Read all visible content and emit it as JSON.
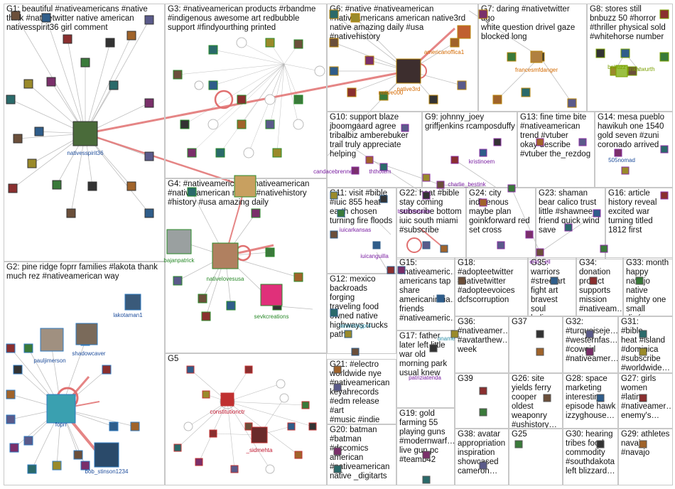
{
  "graph": {
    "colors": {
      "edge": "#b4b4b4",
      "edge_strong": "#e07070",
      "border": "#c8c8c8",
      "label_blue": "#1f4e9c",
      "label_green": "#2a8a2a",
      "label_orange": "#d46a00",
      "label_purple": "#7a1fa2",
      "label_red": "#c0142c",
      "label_teal": "#2f8fa8",
      "label_olive": "#7aa000"
    },
    "groups": [
      {
        "id": "g1",
        "title": "G1: beautiful #nativeamericans #native\nthink #nativetwitter native american\nnativesspirit36 girl comment"
      },
      {
        "id": "g3",
        "title": "G3: #nativeamerican products #rbandme\n#indigenous awesome art redbubble\nsupport #findyourthing printed"
      },
      {
        "id": "g6",
        "title": "G6: #native #nativeamerican\n#nativeamericans american native3rd\nnative amazing daily #usa\n#nativehistory"
      },
      {
        "id": "g7",
        "title": "G7: daring #nativetwitter ago\nwhite question drivel gaze\nblocked long"
      },
      {
        "id": "g8",
        "title": "G8: stores still\nbnbuzz 50 #horror\n#thriller physical sold\n#whitehorse number"
      },
      {
        "id": "g10",
        "title": "G10: support blaze\njboomgaard agree\ntribalbiz amberebuker\ntrail truly appreciate\nhelping"
      },
      {
        "id": "g9",
        "title": "G9: johnny_joey\ngriffjenkins rcamposduffy"
      },
      {
        "id": "g13",
        "title": "G13: fine time bite\n#nativeamerican\ntrend #vtuber\nokay describe\n#vtuber the_rezdog"
      },
      {
        "id": "g14",
        "title": "G14: mesa pueblo\nhawikuh one 1540\ngold seven #zuni\ncoronado arrived"
      },
      {
        "id": "g4",
        "title": "G4: #nativeamericans #nativeamerican\n#native american native #nativehistory\n#history #usa amazing daily"
      },
      {
        "id": "g11",
        "title": "G11: visit #bible\n#iuic 855 heat\nearth chosen\nturning fire floods"
      },
      {
        "id": "g22",
        "title": "G22: heat #bible\nstay coming\nsubscribe bottom\niuic south miami\n#subscribe"
      },
      {
        "id": "g24",
        "title": "G24: city\nindigenous\nmaybe plan\ngoinkforward red\nset cross"
      },
      {
        "id": "g23",
        "title": "G23: shaman\nbear calico trust\nlittle #shawnee\nfriend quick wind\nsave"
      },
      {
        "id": "g16",
        "title": "G16: article\nhistory reveal\nexcited war\nturning titled\n1812 first"
      },
      {
        "id": "g2",
        "title": "G2: pine ridge foprr families #lakota thank\nmuch rez #nativeamerican way"
      },
      {
        "id": "g12",
        "title": "G12: mexico\nbackroads forging\ntraveling food\nowned native\nhighways trucks\npath"
      },
      {
        "id": "g15",
        "title": "G15:\n#nativeameric…\namericans tap\nshare\namericanindia…\nfriends\n#nativeameric…"
      },
      {
        "id": "g18",
        "title": "G18: #adopteetwitter\n#nativetwitter\n#adopteevoices\ndcfscorruption"
      },
      {
        "id": "g35",
        "title": "G35:\nwarriors\n#streetart\nfight art\nbravest soul\nbelieve…"
      },
      {
        "id": "g34",
        "title": "G34:\ndonation\nprotect\nsupports\nmission\n#nativeam…"
      },
      {
        "id": "g33",
        "title": "G33: month\nhappy\nnavajo\nnative\nmighty one\nsmall diné…"
      },
      {
        "id": "g36",
        "title": "G36:\n#nativeamer…\n#avatarthew…\nweek"
      },
      {
        "id": "g37",
        "title": "G37"
      },
      {
        "id": "g32",
        "title": "G32:\n#turquoiseje…\n#westernfas…\n#cowgirl\n#nativeamer…"
      },
      {
        "id": "g31",
        "title": "G31:\n#bible\nheat #island\n#dominica\n#subscribe\n#worldwide…"
      },
      {
        "id": "g17",
        "title": "G17: father\nlater left little\nwar old\nmorning park\nusual knew"
      },
      {
        "id": "g5",
        "title": "G5"
      },
      {
        "id": "g21",
        "title": "G21: #electro\nworldwide nye\n#nativeamerican\nkeyahrecords\n#edm release #art\n#music #indie"
      },
      {
        "id": "g39",
        "title": "G39"
      },
      {
        "id": "g26",
        "title": "G26: site\nyields ferry\ncooper oldest\nweaponry\n#ushistory…"
      },
      {
        "id": "g28",
        "title": "G28: space\nmarketing\ninteresting\nepisode hawk\nizzyghouse…"
      },
      {
        "id": "g27",
        "title": "G27: girls\nwomen\n#latino\n#nativeamer…\nenemy's…"
      },
      {
        "id": "g19",
        "title": "G19: gold\nfarming 55\nplaying guns\n#modernwarf…\nlive gun pc\n#teamb42"
      },
      {
        "id": "g20",
        "title": "G20: batman\n#batman\n#dccomics\namerican\n#nativeamerican\nnative _digitarts"
      },
      {
        "id": "g38",
        "title": "G38: avatar\nappropriation\ninspiration\nshowcased\ncameron…"
      },
      {
        "id": "g25",
        "title": "G25"
      },
      {
        "id": "g30",
        "title": "G30: hearing\ntribes food\ncommodity\n#southdakota\nleft blizzard…"
      },
      {
        "id": "g29",
        "title": "G29: athletes\nnavajo\n#navajo"
      }
    ],
    "labels": {
      "nativesspirit36": "nativesspirit36",
      "americanoffica1": "americanoffica1",
      "native3rd": "native3rd",
      "native000": "native000",
      "francesmfdanger": "francesmfdanger",
      "bnbuzz": "bnbuzz",
      "erikatwurth": "erikatwurth",
      "candacebrenner": "candacebrenner",
      "ththotem": "ththotem",
      "kristinoem": "kristinoem",
      "charlie_bestink": "charlie_bestink",
      "n505nomad": "505nomad",
      "bajanpatrick": "bajanpatrick",
      "nativelovesusa": "nativelovesusa",
      "sevkcreations": "sevkcreations",
      "iuicarkansas": "iuicarkansas",
      "truthforelaine": "truthforelaine",
      "iuicanguilla": "iuicanguilla",
      "lakotaman1": "lakotaman1",
      "shadowcaver": "shadowcaver",
      "pauljimerson": "pauljimerson",
      "foprr": "foprr",
      "bob_stinson1234": "bob_stinson1234",
      "constitutionctr": "constitutionctr",
      "sidmehta": "_sidmehta",
      "patriziatenda": "patriziatenda",
      "iamrmingpr4": "iamrmingpr4",
      "taname": "ɑname",
      "erin_ell": "erin…ell"
    }
  }
}
